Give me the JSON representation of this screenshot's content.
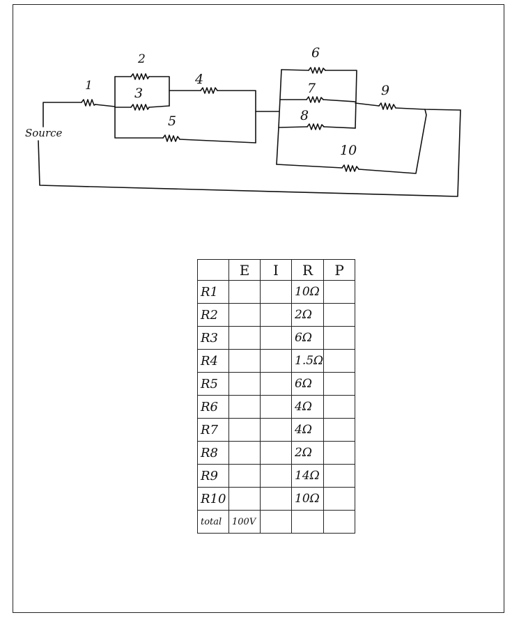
{
  "circuit": {
    "source_label": "Source",
    "resistor_labels": {
      "r1": "1",
      "r2": "2",
      "r3": "3",
      "r4": "4",
      "r5": "5",
      "r6": "6",
      "r7": "7",
      "r8": "8",
      "r9": "9",
      "r10": "10"
    }
  },
  "table": {
    "headers": [
      "",
      "E",
      "I",
      "R",
      "P"
    ],
    "rows": [
      {
        "label": "R1",
        "E": "",
        "I": "",
        "R": "10Ω",
        "P": ""
      },
      {
        "label": "R2",
        "E": "",
        "I": "",
        "R": "2Ω",
        "P": ""
      },
      {
        "label": "R3",
        "E": "",
        "I": "",
        "R": "6Ω",
        "P": ""
      },
      {
        "label": "R4",
        "E": "",
        "I": "",
        "R": "1.5Ω",
        "P": ""
      },
      {
        "label": "R5",
        "E": "",
        "I": "",
        "R": "6Ω",
        "P": ""
      },
      {
        "label": "R6",
        "E": "",
        "I": "",
        "R": "4Ω",
        "P": ""
      },
      {
        "label": "R7",
        "E": "",
        "I": "",
        "R": "4Ω",
        "P": ""
      },
      {
        "label": "R8",
        "E": "",
        "I": "",
        "R": "2Ω",
        "P": ""
      },
      {
        "label": "R9",
        "E": "",
        "I": "",
        "R": "14Ω",
        "P": ""
      },
      {
        "label": "R10",
        "E": "",
        "I": "",
        "R": "10Ω",
        "P": ""
      },
      {
        "label": "total",
        "E": "100V",
        "I": "",
        "R": "",
        "P": ""
      }
    ]
  }
}
